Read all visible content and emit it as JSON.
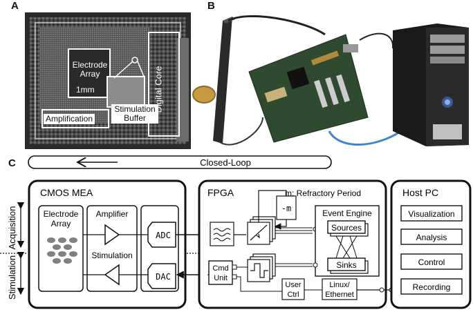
{
  "panels": {
    "a": "A",
    "b": "B",
    "c": "C"
  },
  "chip": {
    "electrode_array": "Electrode\nArray",
    "scale": "1mm",
    "stimulation_buffer": "Stimulation\nBuffer",
    "amplification": "Amplification",
    "digital_core": "Digital Core"
  },
  "loop": {
    "label": "Closed-Loop"
  },
  "side": {
    "acquisition": "Acquisition",
    "stimulation": "Stimulation"
  },
  "cmos": {
    "title": "CMOS MEA",
    "electrode_array": "Electrode\nArray",
    "amplifier": "Amplifier",
    "stimulation": "Stimulation",
    "adc": "ADC",
    "dac": "DAC"
  },
  "fpga": {
    "title": "FPGA",
    "refractory": "m:  Refractory Period",
    "minus_m": "-m",
    "event_engine": "Event Engine",
    "sources": "Sources",
    "sinks": "Sinks",
    "cmd_unit": "Cmd\nUnit",
    "user_ctrl": "User\nCtrl",
    "linux_ethernet": "Linux/\nEthernet"
  },
  "host": {
    "title": "Host PC",
    "items": [
      "Visualization",
      "Analysis",
      "Control",
      "Recording"
    ]
  },
  "colors": {
    "cable": "#3f86c8",
    "pcb": "#2f4a2e",
    "chip_bg": "#3a3a3a"
  }
}
